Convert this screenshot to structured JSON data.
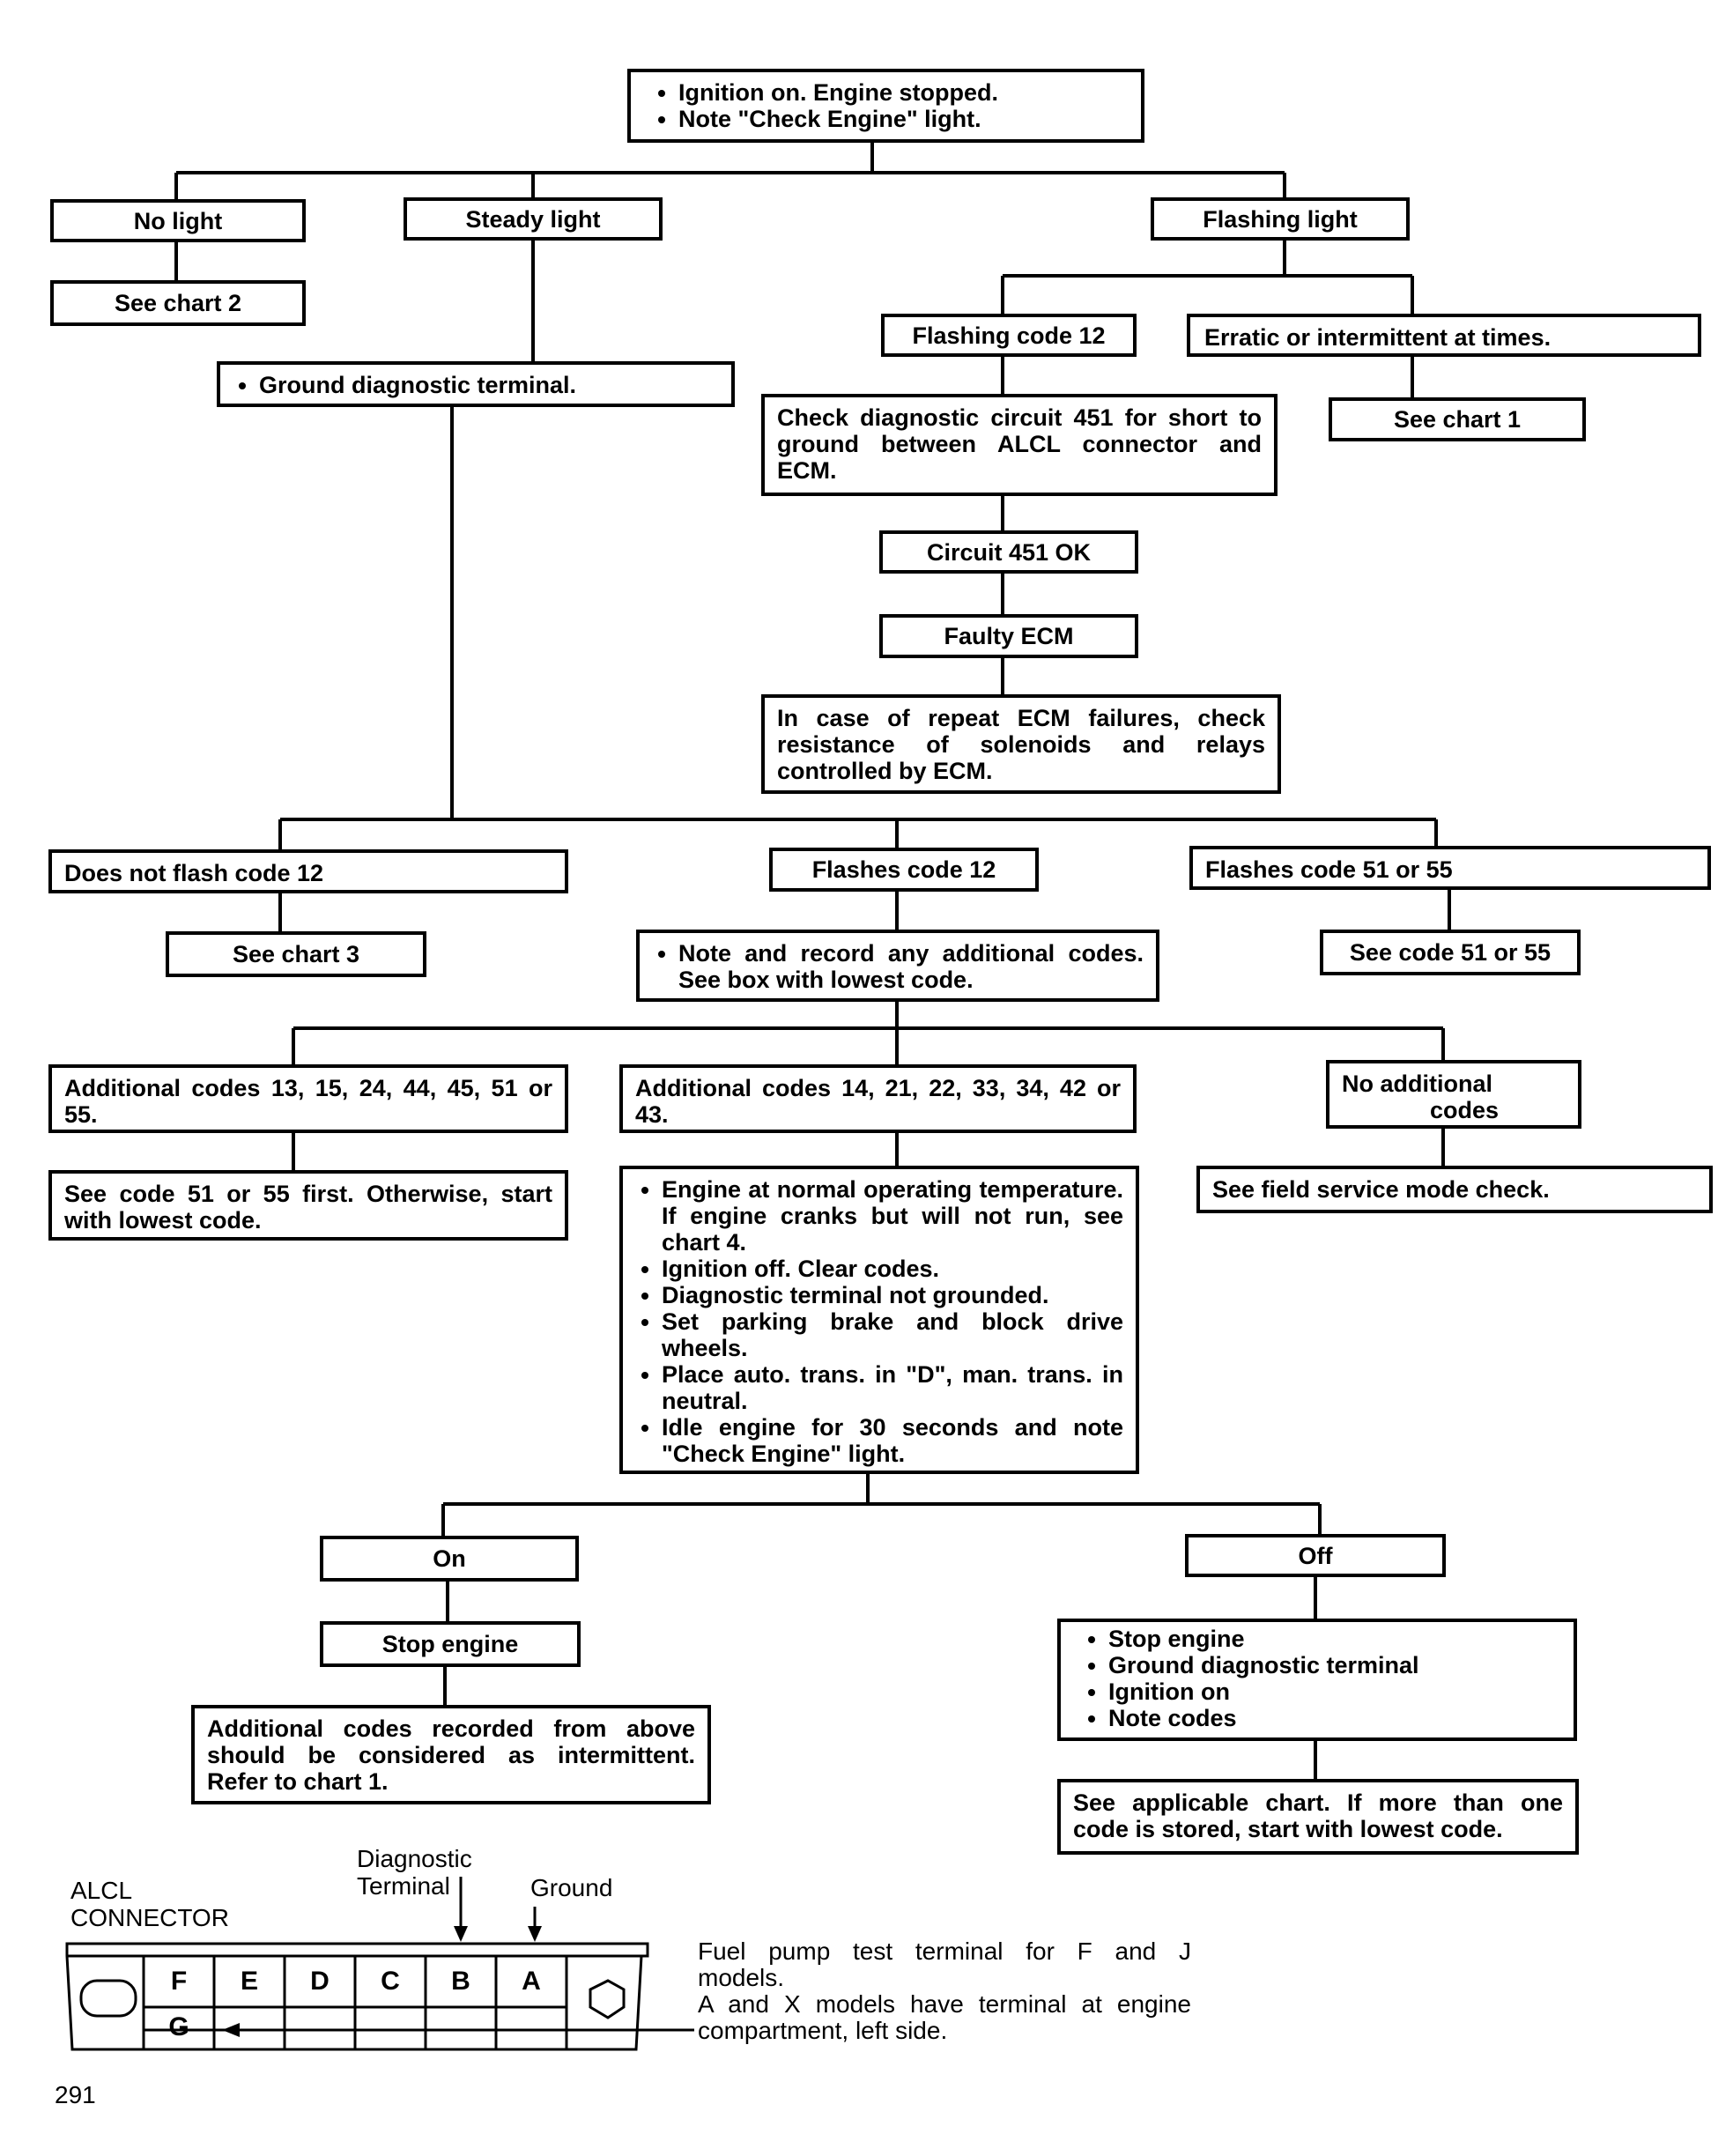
{
  "flowchart": {
    "start": [
      "Ignition on. Engine stopped.",
      "Note \"Check Engine\" light."
    ],
    "no_light": "No light",
    "see_chart_2": "See chart 2",
    "steady_light": "Steady light",
    "ground_diag": "Ground diagnostic terminal.",
    "flashing_light": "Flashing light",
    "flashing_code_12": "Flashing code 12",
    "erratic": "Erratic or intermittent at times.",
    "see_chart_1": "See chart 1",
    "check_circuit": "Check diagnostic circuit 451 for short to ground between ALCL connector and ECM.",
    "circuit_ok": "Circuit 451 OK",
    "faulty_ecm": "Faulty ECM",
    "repeat_failures": "In case of repeat ECM failures, check resistance of solenoids and relays controlled by ECM.",
    "does_not_flash": "Does not flash code 12",
    "see_chart_3": "See chart 3",
    "flashes_12": "Flashes code 12",
    "note_record": "Note and record any additional codes. See box with lowest code.",
    "flashes_51_55": "Flashes code 51 or 55",
    "see_code_51_55": "See code 51 or 55",
    "addl_13": "Additional codes 13, 15, 24, 44, 45, 51 or 55.",
    "see_51_first": "See code 51 or 55 first. Otherwise, start with lowest code.",
    "addl_14": "Additional codes 14, 21, 22, 33, 34, 42 or 43.",
    "engine_steps": [
      "Engine at normal operating temperature. If engine cranks but will not run, see chart 4.",
      "Ignition off. Clear codes.",
      "Diagnostic terminal not grounded.",
      "Set parking brake and block drive wheels.",
      "Place auto. trans. in \"D\", man. trans. in neutral.",
      "Idle engine for 30 seconds and note \"Check Engine\" light."
    ],
    "no_addl_1": "No additional",
    "no_addl_2": "codes",
    "field_service": "See field service mode check.",
    "on": "On",
    "stop_engine": "Stop engine",
    "intermittent": "Additional codes recorded from above should be considered as intermittent. Refer to chart 1.",
    "off": "Off",
    "off_steps": [
      "Stop engine",
      "Ground diagnostic terminal",
      "Ignition on",
      "Note codes"
    ],
    "applicable": "See applicable chart. If more than one code is stored, start with lowest code."
  },
  "connector": {
    "title_1": "ALCL",
    "title_2": "CONNECTOR",
    "diag_1": "Diagnostic",
    "diag_2": "Terminal",
    "ground": "Ground",
    "terminals": [
      "F",
      "E",
      "D",
      "C",
      "B",
      "A"
    ],
    "terminal_g": "G",
    "note_1": "Fuel pump test terminal for F and J",
    "note_2": "models.",
    "note_3": "A and X models have terminal at engine",
    "note_4": "compartment, left side."
  },
  "page_number": "291"
}
